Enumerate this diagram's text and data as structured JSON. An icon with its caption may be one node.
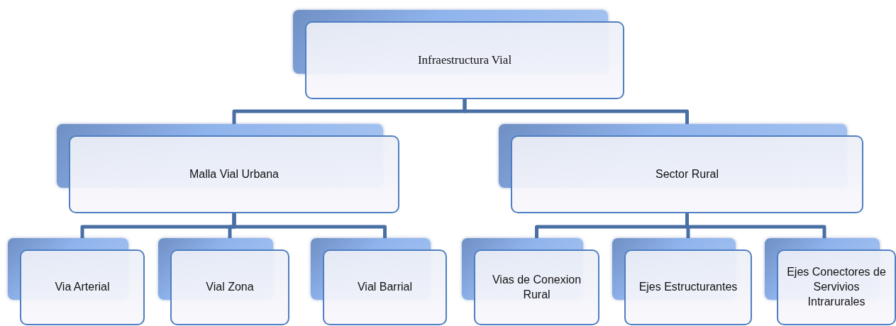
{
  "diagram": {
    "nodes": [
      {
        "text": [
          "Infraestructura Vial"
        ]
      },
      {
        "text": [
          "Malla Vial Urbana"
        ]
      },
      {
        "text": [
          "Sector Rural"
        ]
      },
      {
        "text": [
          "Via Arterial"
        ]
      },
      {
        "text": [
          "Vial Zona"
        ]
      },
      {
        "text": [
          "Vial Barrial"
        ]
      },
      {
        "text": [
          "Vias de Conexion Rural"
        ]
      },
      {
        "text": [
          "Ejes Estructurantes"
        ]
      },
      {
        "text": [
          "Ejes Conectores de Servivios Intrarurales"
        ]
      }
    ],
    "edges": [
      {
        "from": 0,
        "to": 1,
        "arrow": "none"
      },
      {
        "from": 0,
        "to": 2,
        "arrow": "none"
      },
      {
        "from": 1,
        "to": 3,
        "arrow": "none"
      },
      {
        "from": 1,
        "to": 4,
        "arrow": "none"
      },
      {
        "from": 1,
        "to": 5,
        "arrow": "none"
      },
      {
        "from": 2,
        "to": 6,
        "arrow": "none"
      },
      {
        "from": 2,
        "to": 7,
        "arrow": "none"
      },
      {
        "from": 2,
        "to": 8,
        "arrow": "none"
      }
    ]
  }
}
